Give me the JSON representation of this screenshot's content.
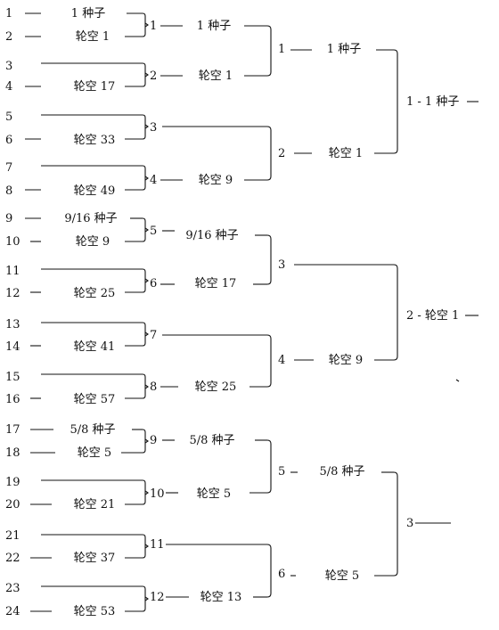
{
  "round1": [
    {
      "seed": "1",
      "name": "1 种子"
    },
    {
      "seed": "2",
      "name": "轮空 1"
    },
    {
      "seed": "3",
      "name": ""
    },
    {
      "seed": "4",
      "name": "轮空 17"
    },
    {
      "seed": "5",
      "name": ""
    },
    {
      "seed": "6",
      "name": "轮空 33"
    },
    {
      "seed": "7",
      "name": ""
    },
    {
      "seed": "8",
      "name": "轮空 49"
    },
    {
      "seed": "9",
      "name": "9/16 种子"
    },
    {
      "seed": "10",
      "name": "轮空 9"
    },
    {
      "seed": "11",
      "name": ""
    },
    {
      "seed": "12",
      "name": "轮空 25"
    },
    {
      "seed": "13",
      "name": ""
    },
    {
      "seed": "14",
      "name": "轮空 41"
    },
    {
      "seed": "15",
      "name": ""
    },
    {
      "seed": "16",
      "name": "轮空 57"
    },
    {
      "seed": "17",
      "name": "5/8 种子"
    },
    {
      "seed": "18",
      "name": "轮空 5"
    },
    {
      "seed": "19",
      "name": ""
    },
    {
      "seed": "20",
      "name": "轮空 21"
    },
    {
      "seed": "21",
      "name": ""
    },
    {
      "seed": "22",
      "name": "轮空 37"
    },
    {
      "seed": "23",
      "name": ""
    },
    {
      "seed": "24",
      "name": "轮空 53"
    }
  ],
  "round2": [
    {
      "num": "1",
      "name": "1 种子"
    },
    {
      "num": "2",
      "name": "轮空 1"
    },
    {
      "num": "3",
      "name": ""
    },
    {
      "num": "4",
      "name": "轮空 9"
    },
    {
      "num": "5",
      "name": "9/16 种子"
    },
    {
      "num": "6",
      "name": "轮空 17"
    },
    {
      "num": "7",
      "name": ""
    },
    {
      "num": "8",
      "name": "轮空 25"
    },
    {
      "num": "9",
      "name": "5/8 种子"
    },
    {
      "num": "10",
      "name": "轮空 5"
    },
    {
      "num": "11",
      "name": ""
    },
    {
      "num": "12",
      "name": "轮空 13"
    }
  ],
  "round3": [
    {
      "num": "1",
      "name": "1 种子"
    },
    {
      "num": "2",
      "name": "轮空 1"
    },
    {
      "num": "3",
      "name": ""
    },
    {
      "num": "4",
      "name": "轮空 9"
    },
    {
      "num": "5",
      "name": "5/8 种子"
    },
    {
      "num": "6",
      "name": "轮空 5"
    }
  ],
  "round4": [
    {
      "label": "1 - 1 种子"
    },
    {
      "label": "2 - 轮空 1"
    },
    {
      "label": "3"
    }
  ]
}
